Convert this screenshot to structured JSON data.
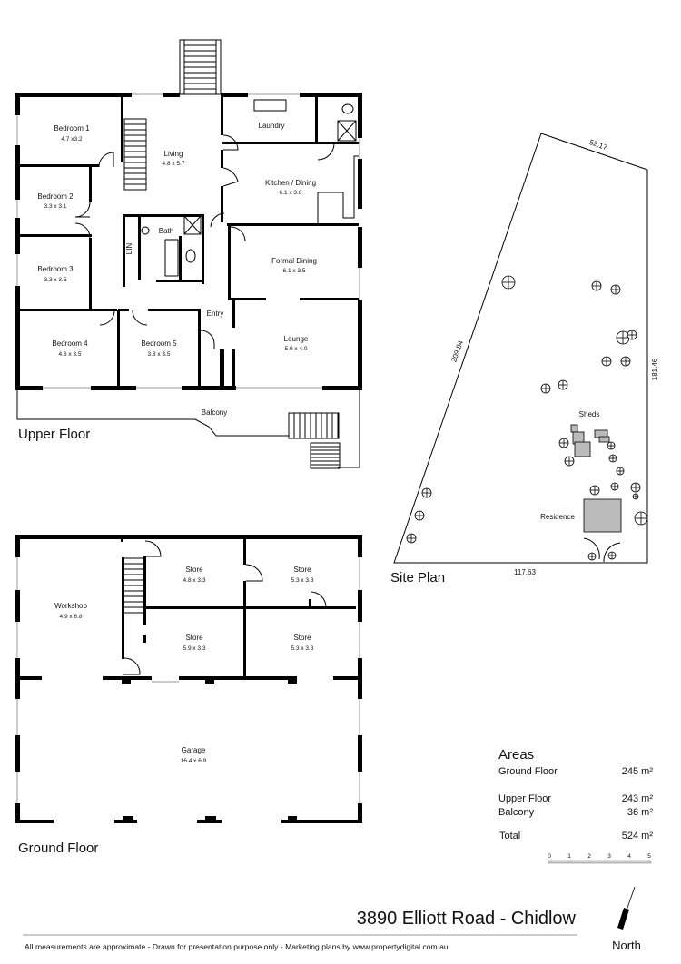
{
  "upper_floor": {
    "title": "Upper Floor",
    "rooms": [
      {
        "name": "Bedroom 1",
        "dims": "4.7 x3.2"
      },
      {
        "name": "Bedroom 2",
        "dims": "3.3 x 3.1"
      },
      {
        "name": "Bedroom 3",
        "dims": "3.3 x 3.5"
      },
      {
        "name": "Bedroom 4",
        "dims": "4.6 x 3.5"
      },
      {
        "name": "Bedroom 5",
        "dims": "3.8 x 3.5"
      },
      {
        "name": "Living",
        "dims": "4.8 x 5.7"
      },
      {
        "name": "Laundry"
      },
      {
        "name": "Kitchen / Dining",
        "dims": "6.1 x 3.8"
      },
      {
        "name": "Formal Dining",
        "dims": "6.1 x 3.5"
      },
      {
        "name": "Lounge",
        "dims": "5.9 x 4.0"
      },
      {
        "name": "Bath"
      },
      {
        "name": "LIN"
      },
      {
        "name": "Entry"
      },
      {
        "name": "Balcony"
      }
    ]
  },
  "ground_floor": {
    "title": "Ground Floor",
    "rooms": [
      {
        "name": "Workshop",
        "dims": "4.9 x 6.8"
      },
      {
        "name": "Store",
        "dims": "4.8 x 3.3"
      },
      {
        "name": "Store",
        "dims": "5.3 x 3.3"
      },
      {
        "name": "Store",
        "dims": "5.9 x 3.3"
      },
      {
        "name": "Store",
        "dims": "5.3 x 3.3"
      },
      {
        "name": "Garage",
        "dims": "16.4 x 6.9"
      }
    ]
  },
  "site_plan": {
    "title": "Site Plan",
    "boundaries": [
      "52.17",
      "209.84",
      "181.46",
      "117.63"
    ],
    "labels": {
      "sheds": "Sheds",
      "residence": "Residence"
    }
  },
  "areas": {
    "title": "Areas",
    "rows": [
      {
        "label": "Ground Floor",
        "value": "245 m²"
      },
      {
        "label": "Upper Floor",
        "value": "243 m²"
      },
      {
        "label": "Balcony",
        "value": "36 m²"
      },
      {
        "label": "Total",
        "value": "524 m²"
      }
    ],
    "scale_ticks": [
      "0",
      "1",
      "2",
      "3",
      "4",
      "5"
    ]
  },
  "footer": {
    "address": "3890 Elliott Road - Chidlow",
    "disclaimer": "All measurements are approximate - Drawn for presentation purpose only - Marketing plans by www.propertydigital.com.au",
    "north_label": "North"
  }
}
